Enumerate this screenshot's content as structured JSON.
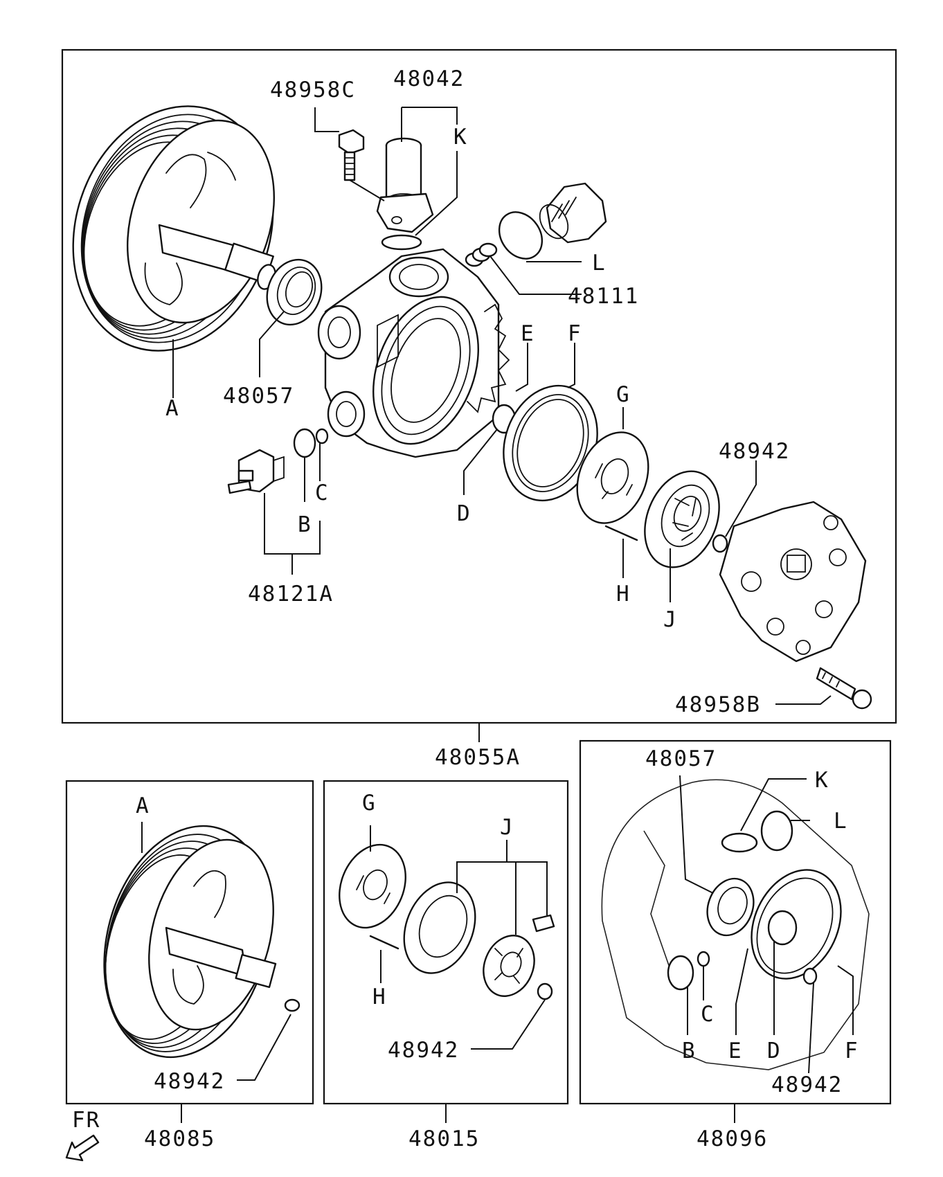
{
  "main_assembly": {
    "id": "48055A",
    "labels": {
      "bolt_top": "48958C",
      "pipe": "48042",
      "k": "K",
      "l": "L",
      "spring": "48111",
      "pulley": "A",
      "seal": "48057",
      "e": "E",
      "f": "F",
      "g": "G",
      "snap_ring": "48942",
      "d": "D",
      "c": "C",
      "b": "B",
      "valve": "48121A",
      "h": "H",
      "j": "J",
      "bolt_bottom": "48958B"
    }
  },
  "kit_pulley": {
    "id": "48085",
    "labels": {
      "a": "A",
      "snap_ring": "48942"
    }
  },
  "kit_cartridge": {
    "id": "48015",
    "labels": {
      "g": "G",
      "j": "J",
      "h": "H",
      "snap_ring": "48942"
    }
  },
  "kit_seals": {
    "id": "48096",
    "labels": {
      "seal": "48057",
      "k": "K",
      "l": "L",
      "b": "B",
      "c": "C",
      "e": "E",
      "d": "D",
      "f": "F",
      "snap_ring": "48942"
    }
  },
  "direction": {
    "label": "FR"
  }
}
